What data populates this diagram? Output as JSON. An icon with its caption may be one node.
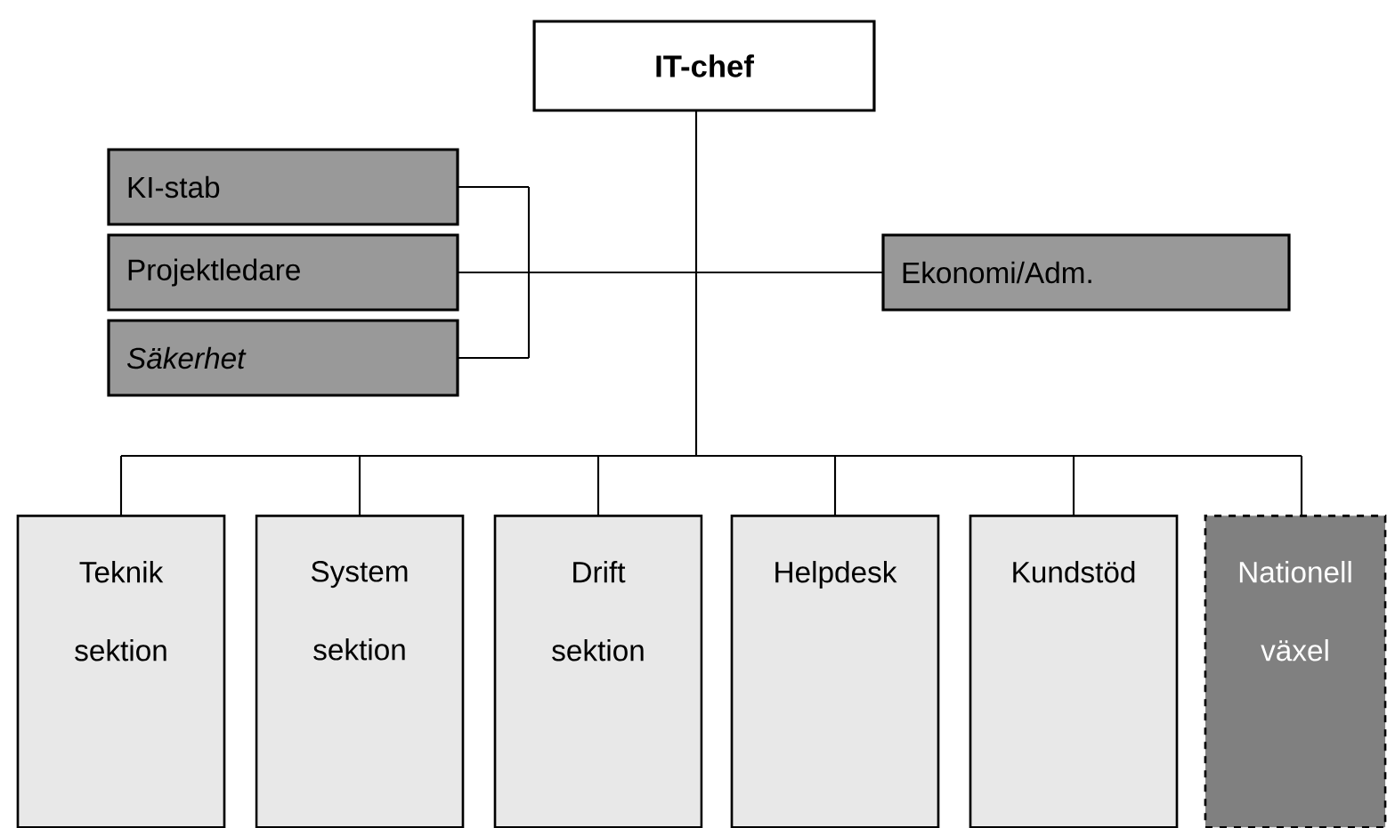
{
  "diagram": {
    "nodes": [
      {
        "text": [
          "IT-chef"
        ]
      },
      {
        "text": [
          "KI-stab"
        ]
      },
      {
        "text": [
          "Projektledare"
        ]
      },
      {
        "text": [
          "Säkerhet"
        ]
      },
      {
        "text": [
          "Ekonomi/Adm."
        ]
      },
      {
        "text": [
          "Teknik sektion"
        ]
      },
      {
        "text": [
          "System sektion"
        ]
      },
      {
        "text": [
          "Drift sektion"
        ]
      },
      {
        "text": [
          "Helpdesk"
        ]
      },
      {
        "text": [
          "Kundstöd"
        ]
      },
      {
        "text": [
          "Nationell växel"
        ]
      }
    ],
    "edges": [
      {
        "from": 0,
        "to": 1,
        "arrow": "none"
      },
      {
        "from": 0,
        "to": 2,
        "arrow": "none"
      },
      {
        "from": 0,
        "to": 3,
        "arrow": "none"
      },
      {
        "from": 0,
        "to": 4,
        "arrow": "none"
      },
      {
        "from": 0,
        "to": 5,
        "arrow": "none"
      },
      {
        "from": 0,
        "to": 6,
        "arrow": "none"
      },
      {
        "from": 0,
        "to": 7,
        "arrow": "none"
      },
      {
        "from": 0,
        "to": 8,
        "arrow": "none"
      },
      {
        "from": 0,
        "to": 9,
        "arrow": "none"
      },
      {
        "from": 0,
        "to": 10,
        "arrow": "none"
      }
    ]
  }
}
